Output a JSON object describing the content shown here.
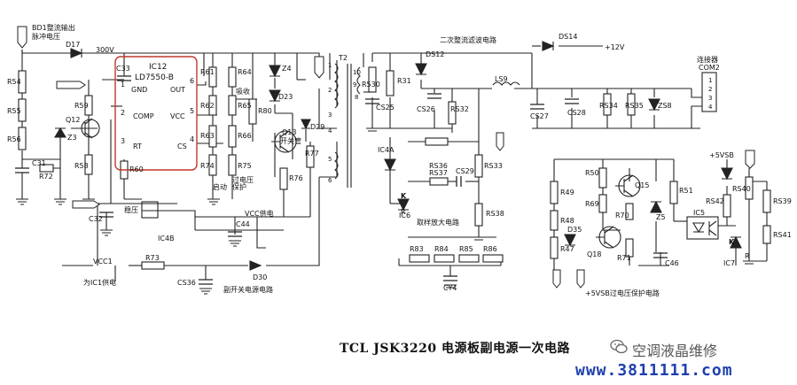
{
  "title": "TCL JSK3220 电源板副电源一次电路",
  "brand_text": "空调液晶维修",
  "site_url": "www.3811111.com",
  "highlight_color": "#c0392b",
  "labels": {
    "bd1": "BD1整流输出",
    "bd1b": "脉冲电压",
    "d17": "D17",
    "v300": "300V",
    "c33": "C33",
    "ic12": "IC12",
    "ld7550": "LD7550-B",
    "gnd": "GND",
    "out": "OUT",
    "comp": "COMP",
    "vcc": "VCC",
    "rt": "RT",
    "cs": "CS",
    "pin1": "1",
    "pin2": "2",
    "pin3": "3",
    "pin4": "4",
    "pin5": "5",
    "pin6": "6",
    "r54": "R54",
    "r55": "R55",
    "r56": "R56",
    "r59": "R59",
    "q12": "Q12",
    "z3": "Z3",
    "c31": "C31",
    "r72": "R72",
    "r58": "R58",
    "r60": "R60",
    "r61": "R61",
    "r64": "R64",
    "r62": "R62",
    "r65": "R65",
    "r63": "R63",
    "r66": "R66",
    "r74": "R74",
    "r75": "R75",
    "r80": "R80",
    "z4": "Z4",
    "d23": "D23",
    "q13": "Q13",
    "r76": "R76",
    "r77": "R77",
    "d29": "D29",
    "t2": "T2",
    "qidong": "启动",
    "guoya": "过电压",
    "baohu": "保护",
    "xiaoci": "吸收",
    "kaiguan": "开关管",
    "c32": "C32",
    "wenya": "稳压",
    "ic4b": "IC4B",
    "vccgd": "VCC供电",
    "c44": "C44",
    "vcc1": "VCC1",
    "ic1gd": "为IC1供电",
    "r73": "R73",
    "cs36": "CS36",
    "d30": "D30",
    "gkdyl": "副开关电源电路",
    "ercizl": "二次整流滤波电路",
    "ds14": "DS14",
    "v12": "+12V",
    "ds12": "DS12",
    "r530": "R530",
    "r31": "R31",
    "cs25": "CS25",
    "cs26": "CS26",
    "rs32": "RS32",
    "ls9": "LS9",
    "cs27": "CS27",
    "cs28": "CS28",
    "rs34": "RS34",
    "rs35": "RS35",
    "zs8": "ZS8",
    "com2": "COM2",
    "lianjieqi": "连接器",
    "ic4a": "IC4A",
    "rs36": "RS36",
    "rs37": "RS37",
    "cs29": "CS29",
    "rs33": "RS33",
    "ic6": "IC6",
    "rs38": "RS38",
    "qyfd": "取样放大电路",
    "r83": "R83",
    "r84": "R84",
    "r85": "R85",
    "r86": "R86",
    "cy4": "CY4",
    "r50": "R50",
    "r49": "R49",
    "r69": "R69",
    "r48": "R48",
    "r47": "R47",
    "q15": "Q15",
    "r70": "R70",
    "z5": "Z5",
    "r51": "R51",
    "d35": "D35",
    "q18": "Q18",
    "r71": "R71",
    "c46": "C46",
    "v5vsb": "+5VSB",
    "ic5": "IC5",
    "rs42": "RS42",
    "rs40": "RS40",
    "rs39": "RS39",
    "rs41": "RS41",
    "ic7": "IC7",
    "guoyabh": "+5VSB过电压保护电路",
    "k": "K",
    "r": "R",
    "n10": "10",
    "n9": "9",
    "n8": "8",
    "n1": "1",
    "n2": "2",
    "n3": "3",
    "n4": "4",
    "n5": "5",
    "n6": "6",
    "c1": "1",
    "c2": "2",
    "c3": "3",
    "c4": "4"
  }
}
